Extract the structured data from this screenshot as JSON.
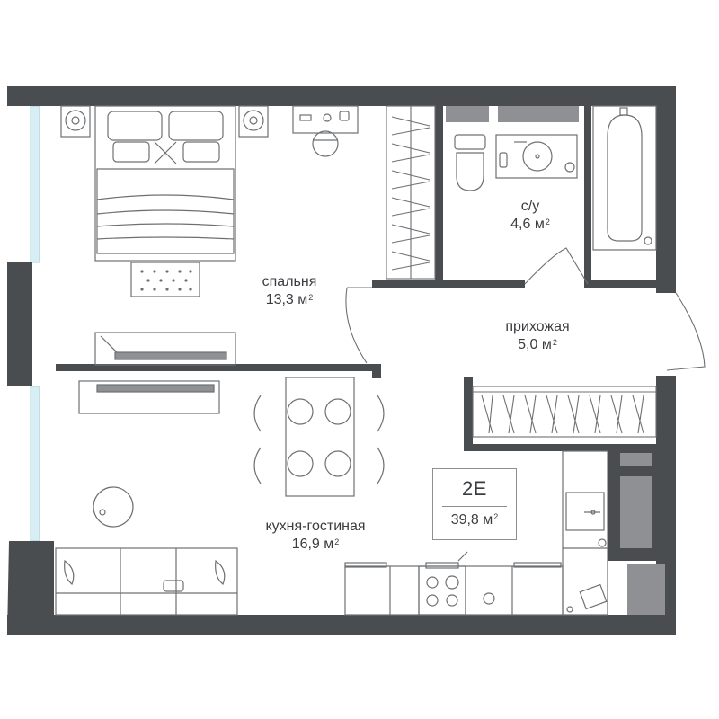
{
  "plan": {
    "colors": {
      "wall": "#4a4d50",
      "fixture_fill": "#8e9094",
      "line": "#6d7073",
      "window": "#d6eef4"
    },
    "rooms": [
      {
        "id": "bedroom",
        "name": "спальня",
        "area": "13,3 м",
        "unit_sup": "2"
      },
      {
        "id": "bathroom",
        "name": "с/у",
        "area": "4,6 м",
        "unit_sup": "2"
      },
      {
        "id": "hallway",
        "name": "прихожая",
        "area": "5,0 м",
        "unit_sup": "2"
      },
      {
        "id": "kitchen_living",
        "name": "кухня-гостиная",
        "area": "16,9 м",
        "unit_sup": "2"
      }
    ],
    "unit": {
      "code": "2E",
      "total_area": "39,8 м",
      "unit_sup": "2"
    },
    "icons": [
      "double-bed-icon",
      "rug-icon",
      "tv-stand-icon",
      "dining-table-icon",
      "chair-icon",
      "sofa-icon",
      "armchair-icon",
      "bathtub-icon",
      "toilet-icon",
      "sink-icon",
      "stove-icon",
      "kitchen-sink-icon",
      "wardrobe-icon",
      "washing-machine-icon",
      "nightstand-icon",
      "vanity-desk-icon",
      "door-swing-icon",
      "window-icon"
    ]
  }
}
